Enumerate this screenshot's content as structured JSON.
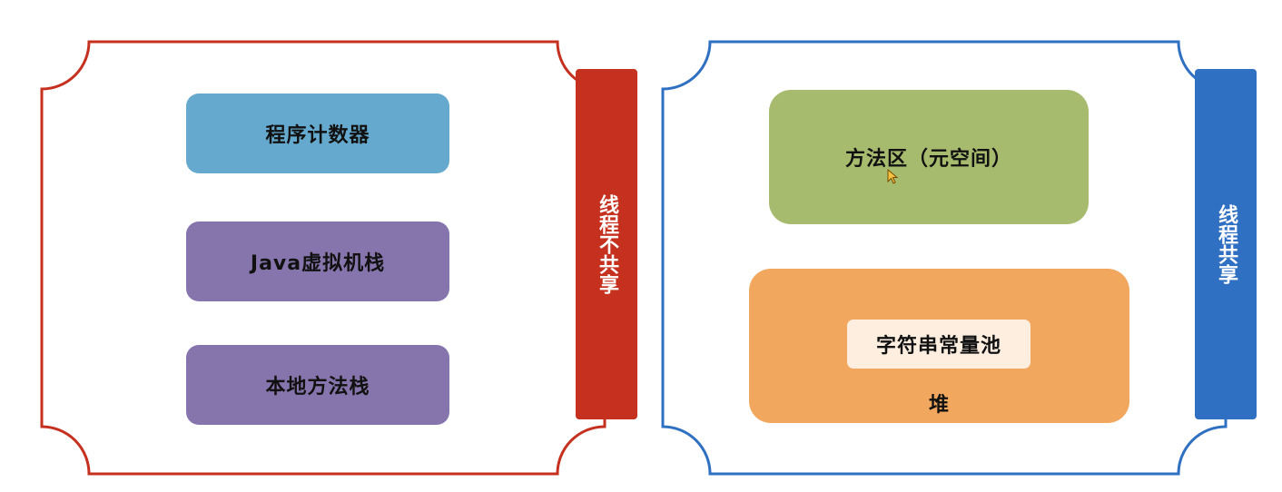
{
  "thread_private": {
    "label": "线程不共享",
    "color": "#c5301f",
    "boxes": {
      "program_counter": "程序计数器",
      "jvm_stack": "Java虚拟机栈",
      "native_method_stack": "本地方法栈"
    }
  },
  "thread_shared": {
    "label": "线程共享",
    "color": "#2f70c2",
    "boxes": {
      "method_area": "方法区（元空间）",
      "heap": "堆",
      "string_constant_pool": "字符串常量池"
    }
  },
  "colors": {
    "program_counter": "#65a9ce",
    "stacks": "#8675ac",
    "method_area": "#a7bb6e",
    "heap": "#f1a75d",
    "string_pool": "#fdeee0"
  },
  "icons": {
    "cursor": "mouse-pointer-icon"
  }
}
